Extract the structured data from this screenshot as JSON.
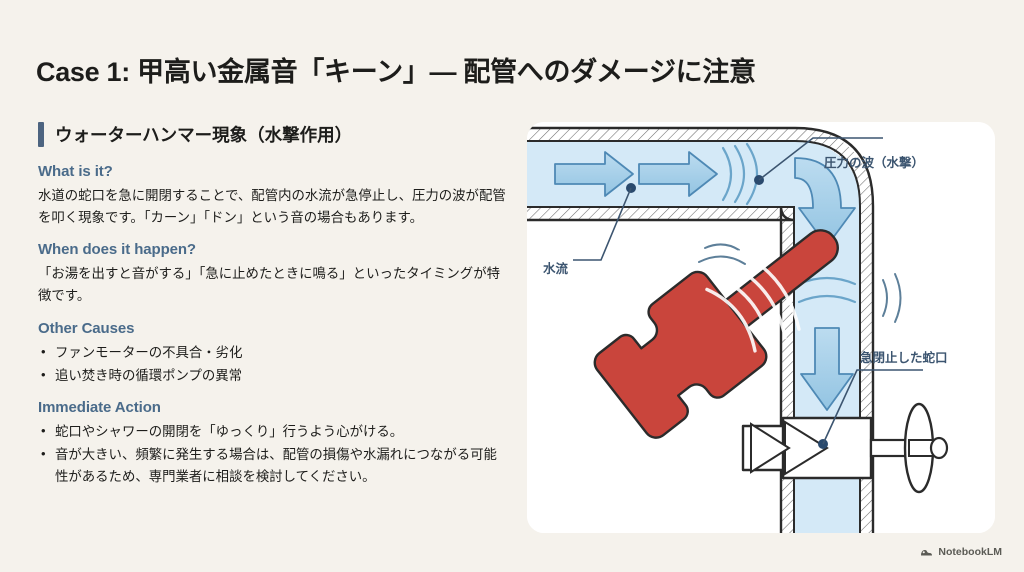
{
  "slide": {
    "title": "Case 1: 甲高い金属音「キーン」― 配管へのダメージに注意"
  },
  "panel": {
    "heading": "ウォーターハンマー現象（水撃作用）",
    "sections": [
      {
        "label": "What is it?",
        "body": "水道の蛇口を急に開閉することで、配管内の水流が急停止し、圧力の波が配管を叩く現象です。「カーン」「ドン」という音の場合もあります。"
      },
      {
        "label": "When does it happen?",
        "body": "「お湯を出すと音がする」「急に止めたときに鳴る」といったタイミングが特徴です。"
      },
      {
        "label": "Other Causes",
        "bullets": [
          "ファンモーターの不具合・劣化",
          "追い焚き時の循環ポンプの異常"
        ]
      },
      {
        "label": "Immediate Action",
        "bullets": [
          "蛇口やシャワーの開閉を「ゆっくり」行うよう心がける。",
          "音が大きい、頻繁に発生する場合は、配管の損傷や水漏れにつながる可能性があるため、専門業者に相談を検討してください。"
        ]
      }
    ]
  },
  "diagram": {
    "labels": {
      "pressure_wave": "圧力の波（水撃）",
      "water_flow": "水流",
      "closed_faucet": "急閉止した蛇口"
    }
  },
  "footer": {
    "brand": "NotebookLM",
    "logo_icon": "notebooklm-logo-icon"
  },
  "colors": {
    "background": "#f5f2ec",
    "card": "#ffffff",
    "title_text": "#1d1d1b",
    "accent_bar": "#4d6480",
    "section_label": "#4a6b8a",
    "diagram_label": "#3c5570",
    "pipe_outline": "#2b2b2b",
    "water_fill": "#cfe6f5",
    "arrow_fill": "#a8cfe8",
    "hammer_red": "#c9453c"
  }
}
